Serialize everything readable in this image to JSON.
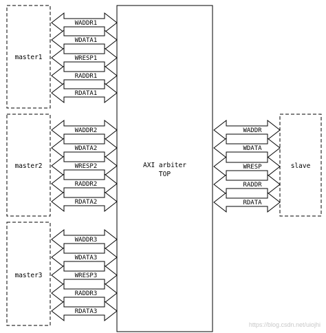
{
  "masters": [
    {
      "label": "master1",
      "signals": [
        "WADDR1",
        "WDATA1",
        "WRESP1",
        "RADDR1",
        "RDATA1"
      ]
    },
    {
      "label": "master2",
      "signals": [
        "WADDR2",
        "WDATA2",
        "WRESP2",
        "RADDR2",
        "RDATA2"
      ]
    },
    {
      "label": "master3",
      "signals": [
        "WADDR3",
        "WDATA3",
        "WRESP3",
        "RADDR3",
        "RDATA3"
      ]
    }
  ],
  "arbiter": {
    "line1": "AXI arbiter",
    "line2": "TOP"
  },
  "slave": {
    "label": "slave",
    "signals": [
      "WADDR",
      "WDATA",
      "WRESP",
      "RADDR",
      "RDATA"
    ]
  },
  "watermark": "https://blog.csdn.net/uiojhi"
}
